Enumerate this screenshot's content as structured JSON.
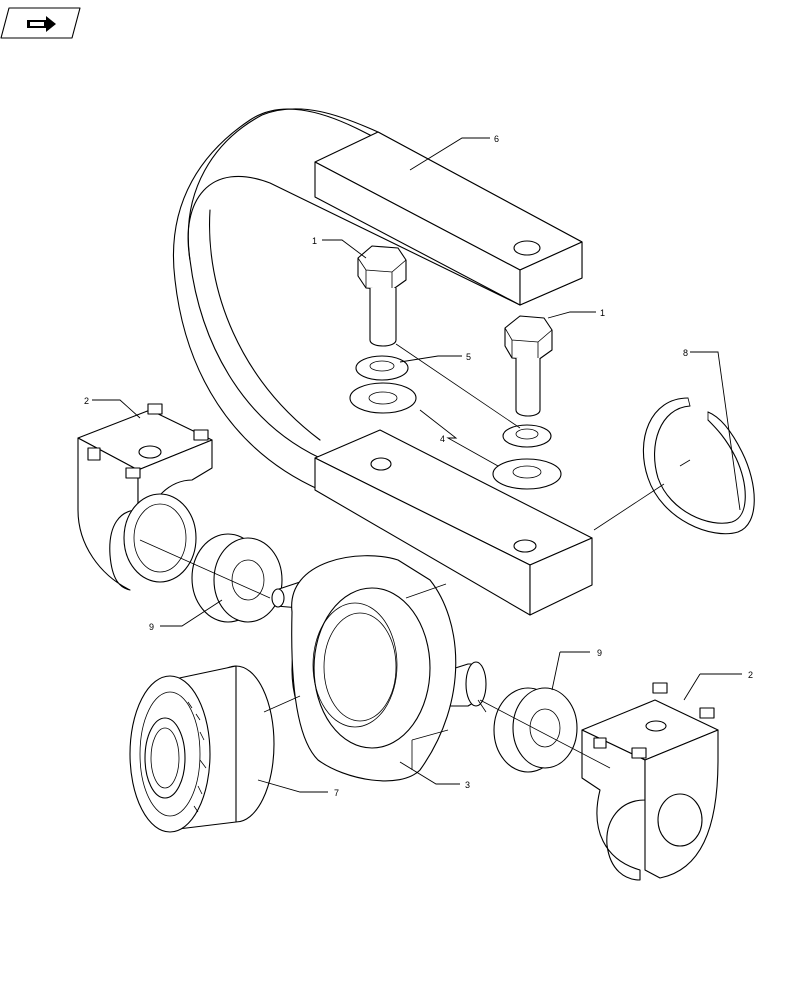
{
  "nav": {
    "icon": "return-arrow-icon"
  },
  "callouts": [
    {
      "id": "c6",
      "label": "6"
    },
    {
      "id": "c1a",
      "label": "1"
    },
    {
      "id": "c1b",
      "label": "1"
    },
    {
      "id": "c5",
      "label": "5"
    },
    {
      "id": "c8",
      "label": "8"
    },
    {
      "id": "c2a",
      "label": "2"
    },
    {
      "id": "c4",
      "label": "4"
    },
    {
      "id": "c9a",
      "label": "9"
    },
    {
      "id": "c9b",
      "label": "9"
    },
    {
      "id": "c2b",
      "label": "2"
    },
    {
      "id": "c7",
      "label": "7"
    },
    {
      "id": "c3",
      "label": "3"
    }
  ]
}
